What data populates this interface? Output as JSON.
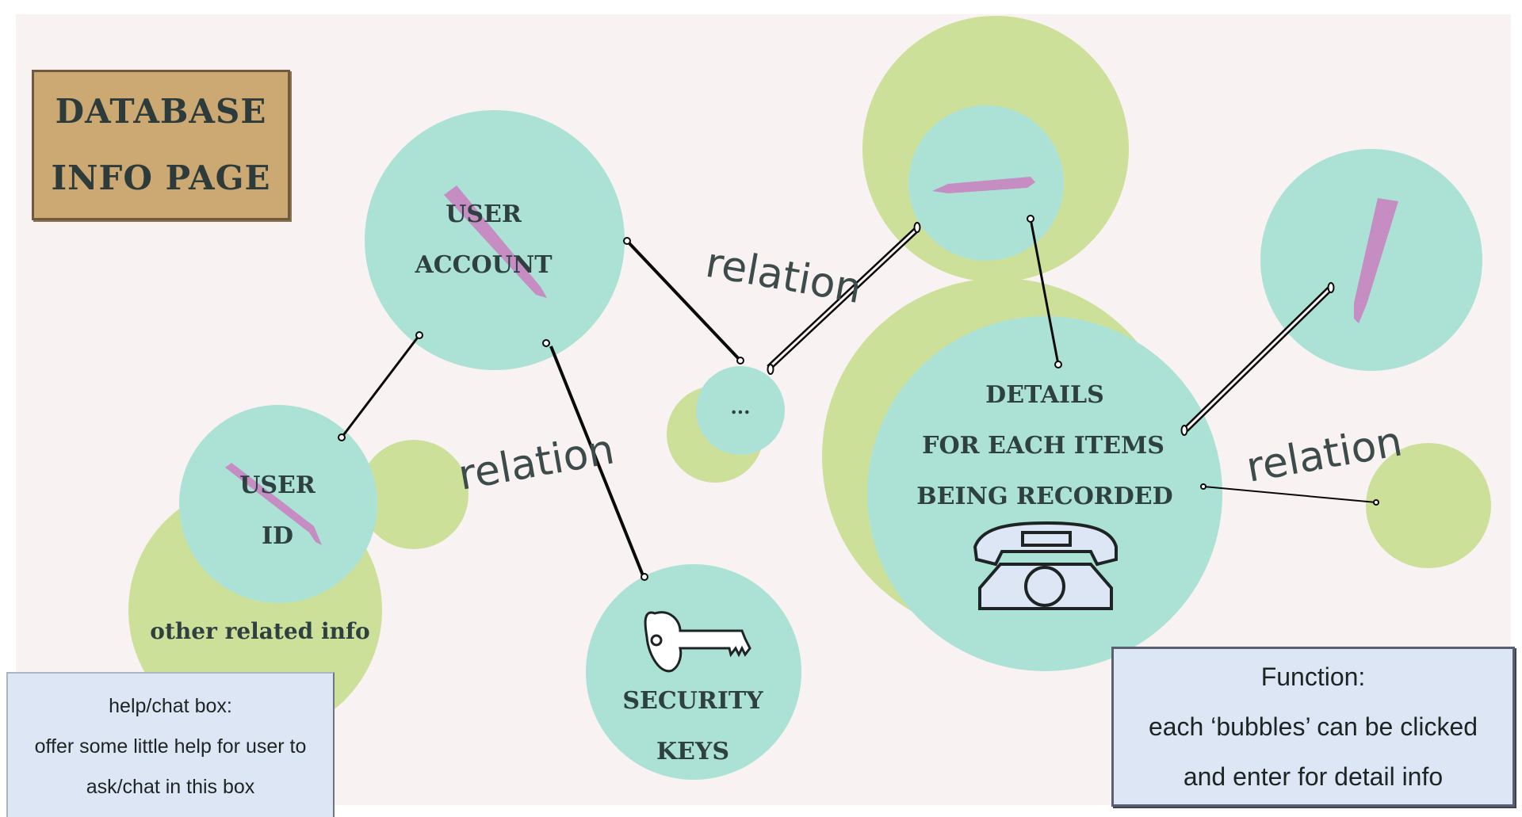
{
  "title": {
    "line1": "DATABASE",
    "line2": "INFO PAGE"
  },
  "bubbles": {
    "user_account": {
      "line1": "USER",
      "line2": "ACCOUNT"
    },
    "user_id": {
      "line1": "USER",
      "line2": "ID"
    },
    "other_info": {
      "label": "other related info"
    },
    "ellipsis": {
      "label": "..."
    },
    "security_keys": {
      "line1": "SECURITY",
      "line2": "KEYS"
    },
    "details": {
      "line1": "DETAILS",
      "line2": "FOR EACH ITEMS",
      "line3": "BEING RECORDED"
    }
  },
  "relations": {
    "r1": "relation",
    "r2": "relation",
    "r3": "relation"
  },
  "help_box": {
    "line1": "help/chat box:",
    "line2": "offer some little help for user to",
    "line3": "ask/chat in this box"
  },
  "function_box": {
    "line1": "Function:",
    "line2": "each ‘bubbles’ can be clicked",
    "line3": "and enter for detail info"
  },
  "colors": {
    "teal_bubble": "#ace1d6",
    "green_bubble": "#cde09a",
    "pen_purple": "#c58dc2",
    "background": "#f8f2f2"
  },
  "icons": [
    "pen-icon",
    "key-icon",
    "telephone-icon"
  ]
}
